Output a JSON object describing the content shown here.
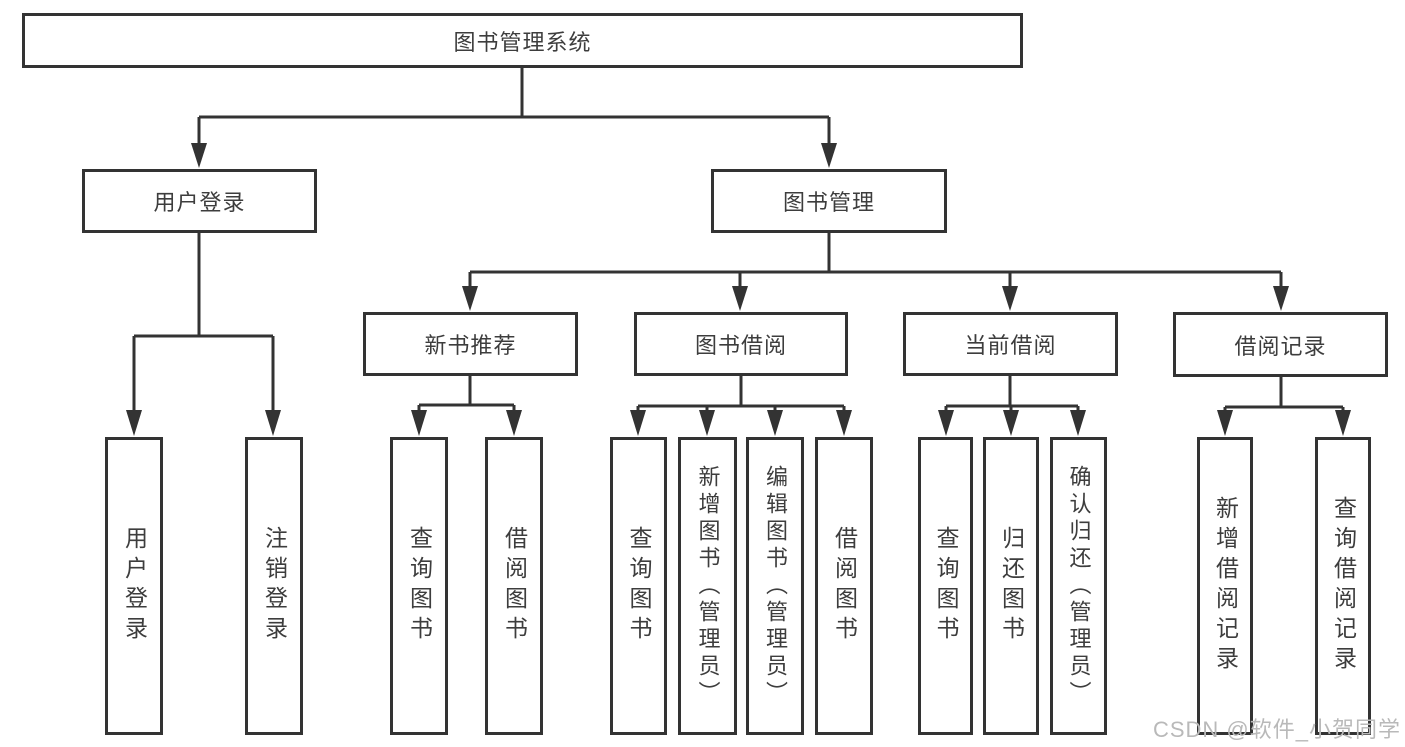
{
  "diagram_title": "图书管理系统",
  "nodes": {
    "root": {
      "label": "图书管理系统",
      "children": [
        "user_login",
        "book_mgmt"
      ]
    },
    "user_login": {
      "label": "用户登录",
      "children": [
        "user_login_leaf",
        "logout_leaf"
      ]
    },
    "book_mgmt": {
      "label": "图书管理",
      "children": [
        "new_book_rec",
        "book_borrow",
        "current_borrow",
        "borrow_record"
      ]
    },
    "new_book_rec": {
      "label": "新书推荐",
      "children": [
        "query_book_rec",
        "borrow_book_rec"
      ]
    },
    "book_borrow": {
      "label": "图书借阅",
      "children": [
        "query_book_borrow",
        "add_book",
        "edit_book",
        "borrow_book_borrow"
      ]
    },
    "current_borrow": {
      "label": "当前借阅",
      "children": [
        "query_book_current",
        "return_book",
        "confirm_return"
      ]
    },
    "borrow_record": {
      "label": "借阅记录",
      "children": [
        "add_borrow_record",
        "query_borrow_record"
      ]
    },
    "user_login_leaf": {
      "label": "用户登录"
    },
    "logout_leaf": {
      "label": "注销登录"
    },
    "query_book_rec": {
      "label": "查询图书"
    },
    "borrow_book_rec": {
      "label": "借阅图书"
    },
    "query_book_borrow": {
      "label": "查询图书"
    },
    "add_book": {
      "label": "新增图书（管理员）"
    },
    "edit_book": {
      "label": "编辑图书（管理员）"
    },
    "borrow_book_borrow": {
      "label": "借阅图书"
    },
    "query_book_current": {
      "label": "查询图书"
    },
    "return_book": {
      "label": "归还图书"
    },
    "confirm_return": {
      "label": "确认归还（管理员）"
    },
    "add_borrow_record": {
      "label": "新增借阅记录"
    },
    "query_borrow_record": {
      "label": "查询借阅记录"
    }
  },
  "watermark": {
    "text": "CSDN @软件_小贺同学"
  },
  "colors": {
    "line": "#333333",
    "text": "#3d3d3d",
    "watermark": "#b9b9b9",
    "background": "#ffffff"
  }
}
